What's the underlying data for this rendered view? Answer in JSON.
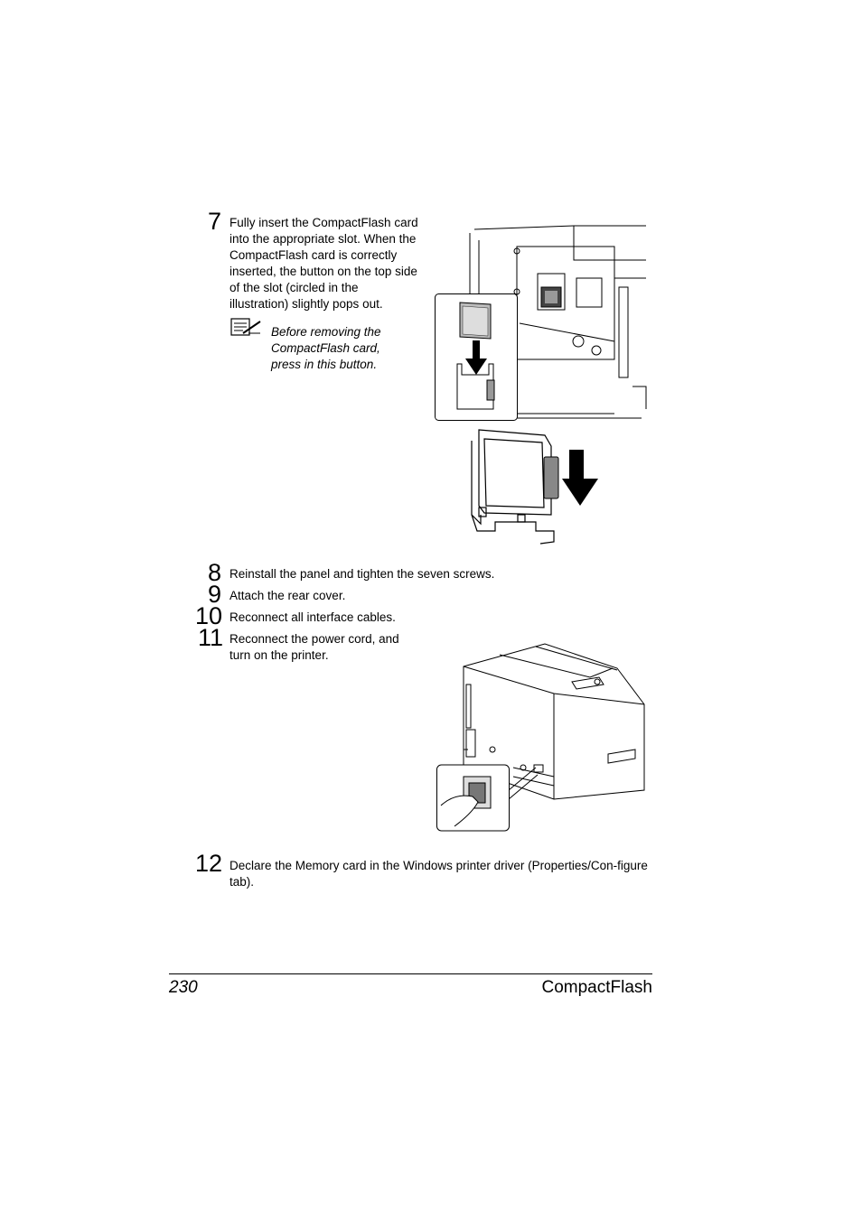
{
  "steps": {
    "s7": {
      "num": "7",
      "text": "Fully insert the CompactFlash card into the appropriate slot. When the CompactFlash card is correctly inserted, the button on the top side of the slot (circled in the illustration) slightly pops out."
    },
    "s8": {
      "num": "8",
      "text": "Reinstall the panel and tighten the seven screws."
    },
    "s9": {
      "num": "9",
      "text": "Attach the rear cover."
    },
    "s10": {
      "num": "10",
      "text": "Reconnect all interface cables."
    },
    "s11": {
      "num": "11",
      "text": "Reconnect the power cord, and turn on the printer."
    },
    "s12": {
      "num": "12",
      "text": "Declare the Memory card in the Windows printer driver (Properties/Con-figure tab)."
    }
  },
  "note": {
    "icon": "note-pencil-icon",
    "text": "Before removing the CompactFlash card, press in this button."
  },
  "footer": {
    "page_number": "230",
    "section_title": "CompactFlash"
  }
}
